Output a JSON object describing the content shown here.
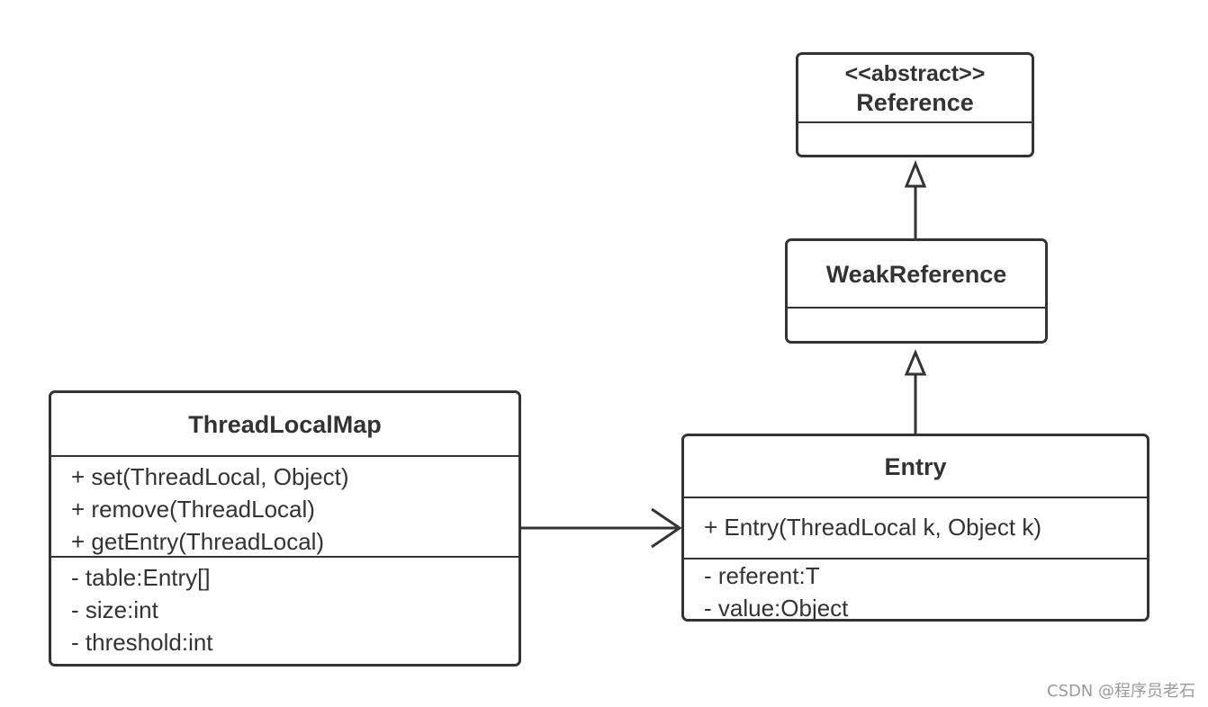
{
  "classes": {
    "reference": {
      "stereotype": "<<abstract>>",
      "name": "Reference",
      "methods": [],
      "fields": []
    },
    "weak_reference": {
      "name": "WeakReference",
      "methods": [],
      "fields": []
    },
    "entry": {
      "name": "Entry",
      "methods": [
        "+ Entry(ThreadLocal k, Object k)"
      ],
      "fields": [
        "- referent:T",
        "- value:Object"
      ]
    },
    "thread_local_map": {
      "name": "ThreadLocalMap",
      "methods": [
        "+ set(ThreadLocal, Object)",
        "+ remove(ThreadLocal)",
        "+ getEntry(ThreadLocal)"
      ],
      "fields": [
        "- table:Entry[]",
        "- size:int",
        "- threshold:int"
      ]
    }
  },
  "relations": [
    {
      "from": "weak_reference",
      "to": "reference",
      "type": "generalization"
    },
    {
      "from": "entry",
      "to": "weak_reference",
      "type": "generalization"
    },
    {
      "from": "thread_local_map",
      "to": "entry",
      "type": "association"
    }
  ],
  "watermark": "CSDN @程序员老石",
  "colors": {
    "stroke": "#333333",
    "background": "#ffffff",
    "watermark": "#9a9a9a"
  }
}
